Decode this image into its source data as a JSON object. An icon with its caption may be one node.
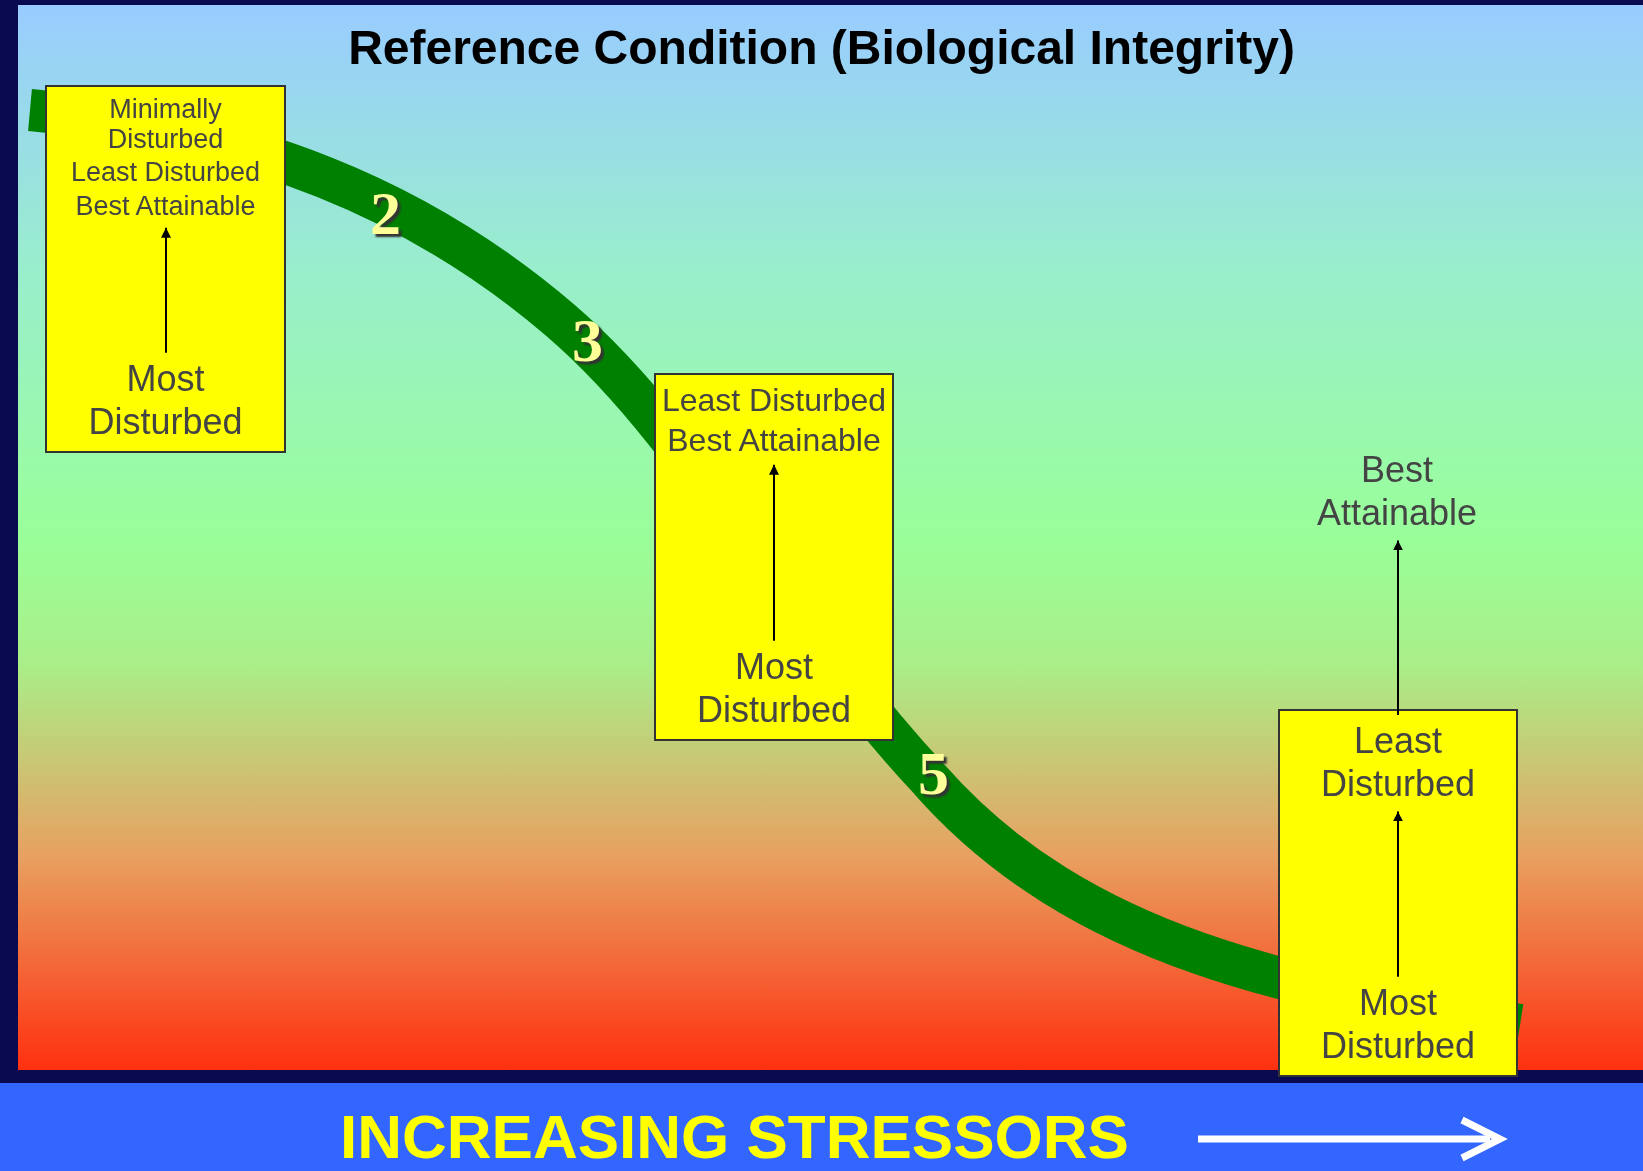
{
  "diagram": {
    "title": "Reference Condition (Biological Integrity)",
    "nodes": [
      {
        "text": [],
        "shape": "box"
      },
      {
        "text": [
          "Minimally Disturbed"
        ],
        "in": 0
      },
      {
        "text": [
          "Least Disturbed"
        ],
        "in": 0
      },
      {
        "text": [
          "Best Attainable"
        ],
        "in": 0
      },
      {
        "text": [
          "Most Disturbed"
        ],
        "in": 0
      },
      {
        "text": [],
        "shape": "box"
      },
      {
        "text": [
          "Least Disturbed"
        ],
        "in": 5
      },
      {
        "text": [
          "Best Attainable"
        ],
        "in": 5
      },
      {
        "text": [
          "Most Disturbed"
        ],
        "in": 5
      },
      {
        "text": [],
        "shape": "box"
      },
      {
        "text": [
          "Least Disturbed"
        ],
        "in": 9
      },
      {
        "text": [
          "Most Disturbed"
        ],
        "in": 9
      },
      {
        "text": [
          "Best Attainable"
        ]
      }
    ],
    "edges": [
      {
        "from": 4,
        "to": 3,
        "arrow": "to"
      },
      {
        "from": 8,
        "to": 7,
        "arrow": "to"
      },
      {
        "from": 11,
        "to": 10,
        "arrow": "to"
      },
      {
        "from": 10,
        "to": 12,
        "arrow": "to"
      }
    ],
    "labels": [
      "2",
      "3",
      "5",
      "INCREASING STRESSORS"
    ]
  }
}
